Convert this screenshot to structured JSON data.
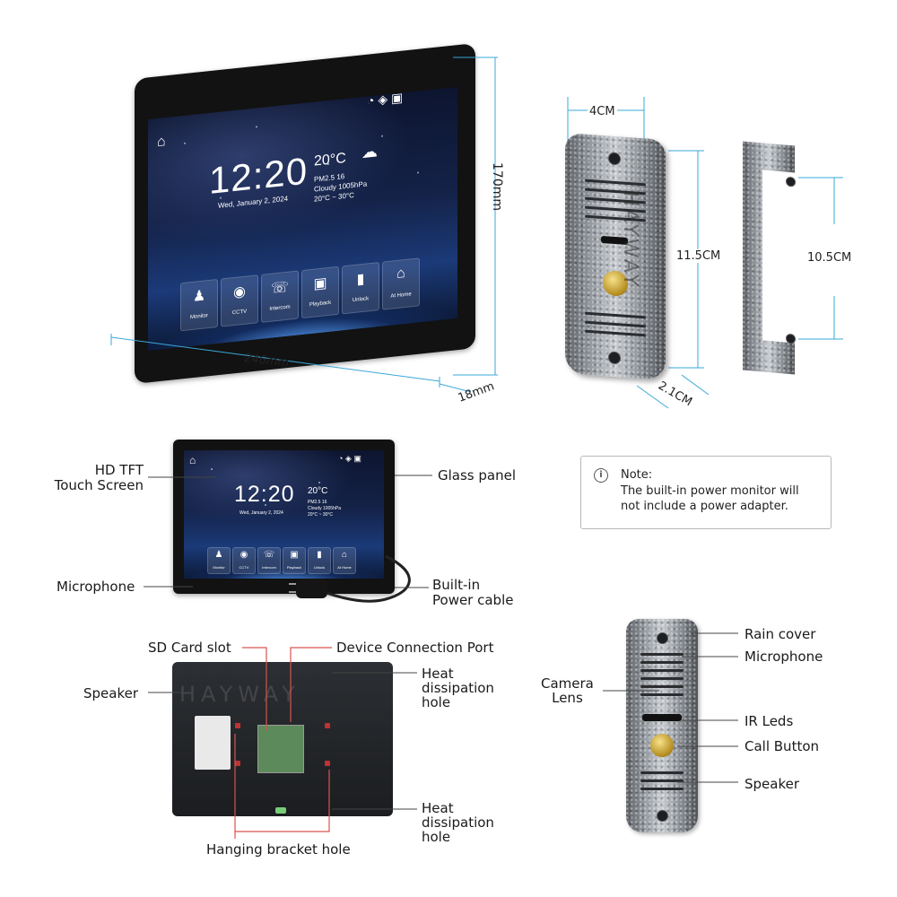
{
  "dimensions": {
    "monitor_height": "170mm",
    "monitor_width": "246mm",
    "monitor_depth": "18mm",
    "doorbell_width": "4CM",
    "doorbell_height": "11.5CM",
    "doorbell_depth": "2.1CM",
    "bracket_height": "10.5CM"
  },
  "screen": {
    "time": "12:20",
    "date": "Wed, January 2, 2024",
    "temp": "20°C",
    "pm": "PM2.5 16",
    "weather": "Cloudy 1005hPa",
    "range": "20°C ~ 30°C",
    "apps": [
      "Monitor",
      "CCTV",
      "Intercom",
      "Playback",
      "Unlock",
      "At Home"
    ]
  },
  "brand_watermark": "HAYWAY",
  "monitor_labels": {
    "touch_screen": "HD TFT\nTouch Screen",
    "glass_panel": "Glass panel",
    "microphone": "Microphone",
    "power_cable": "Built-in\nPower cable"
  },
  "note": {
    "title": "Note:",
    "text": "The built-in power monitor will\nnot include a power adapter."
  },
  "back_labels": {
    "sd_card": "SD Card slot",
    "device_port": "Device Connection Port",
    "speaker": "Speaker",
    "heat_top": "Heat\ndissipation\nhole",
    "heat_bottom": "Heat\ndissipation\nhole",
    "bracket": "Hanging bracket hole"
  },
  "doorbell_labels": {
    "rain_cover": "Rain cover",
    "microphone": "Microphone",
    "camera": "Camera\nLens",
    "ir": "IR Leds",
    "call": "Call Button",
    "speaker": "Speaker"
  },
  "colors": {
    "dimension_line": "#3aa8d8",
    "callout_line": "#d9534f"
  }
}
